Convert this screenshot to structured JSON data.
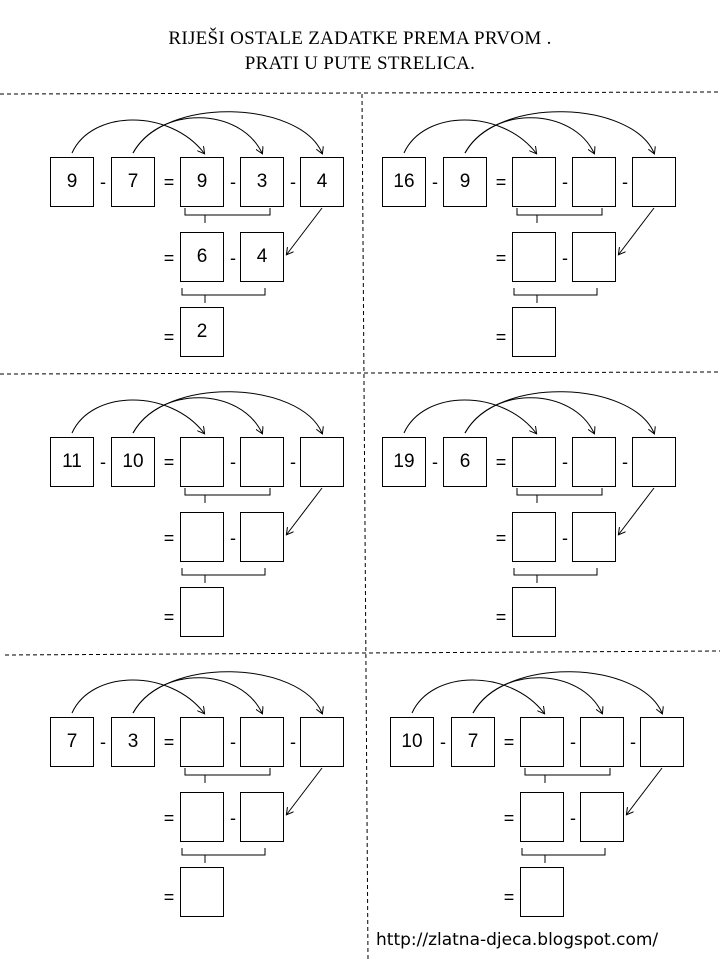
{
  "title": {
    "line1": "RIJEŠI OSTALE ZADATKE PREMA PRVOM .",
    "line2": "PRATI U PUTE STRELICA."
  },
  "operators": {
    "minus": "-",
    "equals": "="
  },
  "exercises": [
    {
      "a": "9",
      "b": "7",
      "step1": [
        "9",
        "3",
        "4"
      ],
      "step2": [
        "6",
        "4"
      ],
      "result": "2"
    },
    {
      "a": "16",
      "b": "9",
      "step1": [
        "",
        "",
        ""
      ],
      "step2": [
        "",
        ""
      ],
      "result": ""
    },
    {
      "a": "11",
      "b": "10",
      "step1": [
        "",
        "",
        ""
      ],
      "step2": [
        "",
        ""
      ],
      "result": ""
    },
    {
      "a": "19",
      "b": "6",
      "step1": [
        "",
        "",
        ""
      ],
      "step2": [
        "",
        ""
      ],
      "result": ""
    },
    {
      "a": "7",
      "b": "3",
      "step1": [
        "",
        "",
        ""
      ],
      "step2": [
        "",
        ""
      ],
      "result": ""
    },
    {
      "a": "10",
      "b": "7",
      "step1": [
        "",
        "",
        ""
      ],
      "step2": [
        "",
        ""
      ],
      "result": ""
    }
  ],
  "footer": {
    "url": "http://zlatna-djeca.blogspot.com/"
  }
}
